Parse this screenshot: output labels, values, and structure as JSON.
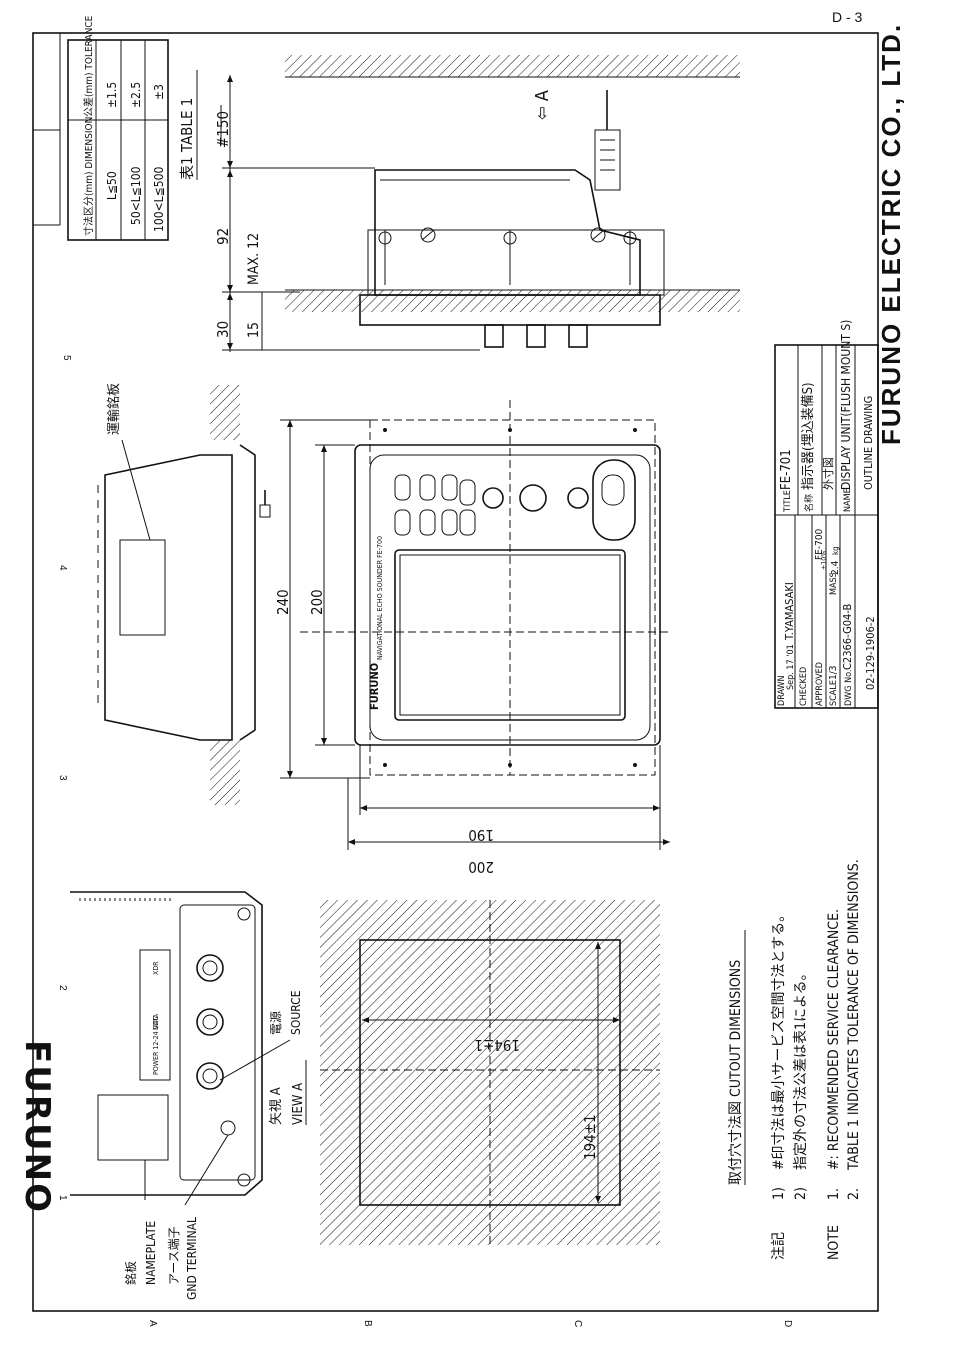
{
  "page_number": "D - 3",
  "brand_logo": "FURUNO",
  "company": "FURUNO ELECTRIC CO., LTD.",
  "tolerance_table": {
    "header_dimension": "寸法区分(mm)\nDIMENSION",
    "header_tolerance": "公差(mm)\nTOLERANCE",
    "rows": [
      {
        "range": "L≦50",
        "tol": "±1.5"
      },
      {
        "range": "50<L≦100",
        "tol": "±2.5"
      },
      {
        "range": "100<L≦500",
        "tol": "±3"
      }
    ],
    "caption": "表1 TABLE 1"
  },
  "dimensions": {
    "clearance": "#150",
    "depth": "92",
    "max": "MAX. 12",
    "front_30": "30",
    "front_15": "15",
    "height_240": "240",
    "height_200": "200",
    "width_190": "190",
    "width_200": "200",
    "cutout_h": "194±1",
    "cutout_w": "194±1"
  },
  "labels": {
    "view_arrow": "⇦ A",
    "transport_plate": "運輸銘板",
    "nameplate_jp": "銘板",
    "nameplate": "NAMEPLATE",
    "gnd_jp": "アース端子",
    "gnd": "GND TERMINAL",
    "source_jp": "電源",
    "source": "SOURCE",
    "view_a_jp": "矢視 A",
    "view_a": "VIEW A",
    "cutout": "取付穴寸法図 CUTOUT DIMENSIONS",
    "power_label": "POWER\n12-24 VDC",
    "data_label": "DATA",
    "xdr_label": "XDR",
    "panel_brand": "FURUNO",
    "panel_model": "NAVIGATIONAL ECHO SOUNDER FE-700"
  },
  "notes": {
    "jp_head": "注記",
    "jp1_num": "1)",
    "jp1": "#印寸法は最小サービス空間寸法とする。",
    "jp2_num": "2)",
    "jp2": "指定外の寸法公差は表1による。",
    "en_head": "NOTE",
    "en1_num": "1.",
    "en1": "#: RECOMMENDED SERVICE CLEARANCE.",
    "en2_num": "2.",
    "en2": "TABLE 1 INDICATES TOLERANCE OF DIMENSIONS."
  },
  "title_block": {
    "drawn": "DRAWN",
    "drawn_date": "Sep. 17 '01",
    "drawn_name": "T.YAMASAKI",
    "checked": "CHECKED",
    "approved": "APPROVED",
    "scale": "SCALE",
    "scale_val": "1/3",
    "mass": "MASS",
    "mass_val": "2.4",
    "mass_unit": "kg",
    "mass_tol": "±10%",
    "dwg_no": "DWG No.",
    "dwg_val": "C2366-G04-B",
    "doc_no": "02-129-1906-2",
    "model_ref": "FE-700",
    "title_key": "TITLE",
    "title_val": "FE-701",
    "name_jp_key": "名称",
    "name_jp_val": "指示器(埋込装備S)",
    "name_jp_sub": "外寸図",
    "name_key": "NAME",
    "name_val": "DISPLAY UNIT(FLUSH MOUNT S)",
    "name_sub": "OUTLINE DRAWING"
  },
  "border": {
    "cols": [
      "1",
      "2",
      "3",
      "4",
      "5"
    ],
    "rows": [
      "A",
      "B",
      "C",
      "D"
    ]
  }
}
